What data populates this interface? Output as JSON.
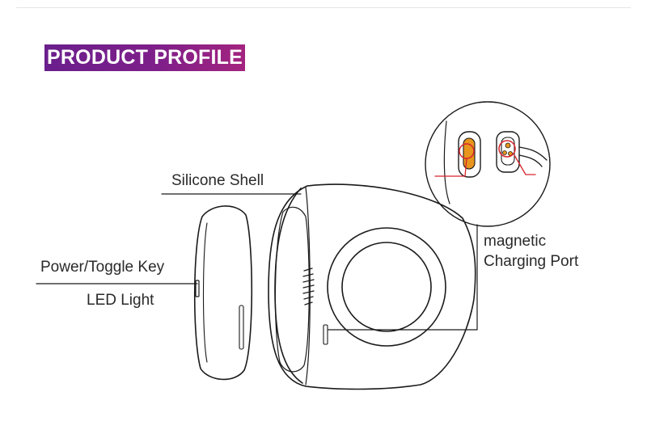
{
  "header": {
    "title": "PRODUCT PROFILE"
  },
  "labels": {
    "silicone_shell": "Silicone Shell",
    "power_toggle": "Power/Toggle Key",
    "led_light": "LED Light",
    "charging_line1": "magnetic",
    "charging_line2": "Charging Port"
  },
  "colors": {
    "badge_start": "#6a1f8c",
    "badge_end": "#a3247f",
    "line": "#1a1a1a",
    "accent_red": "#d6232a",
    "port_orange": "#e8951e"
  }
}
